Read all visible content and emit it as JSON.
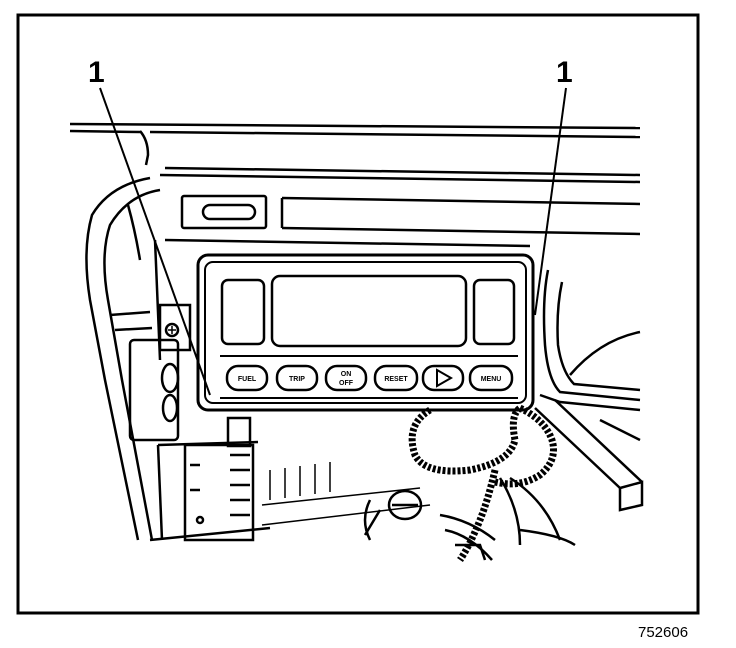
{
  "callouts": {
    "left": "1",
    "right": "1"
  },
  "buttons": {
    "fuel": "FUEL",
    "trip": "TRIP",
    "on": "ON",
    "off": "OFF",
    "reset": "RESET",
    "menu": "MENU"
  },
  "icons": {
    "play": "play-triangle-icon"
  },
  "figure_number": "752606"
}
